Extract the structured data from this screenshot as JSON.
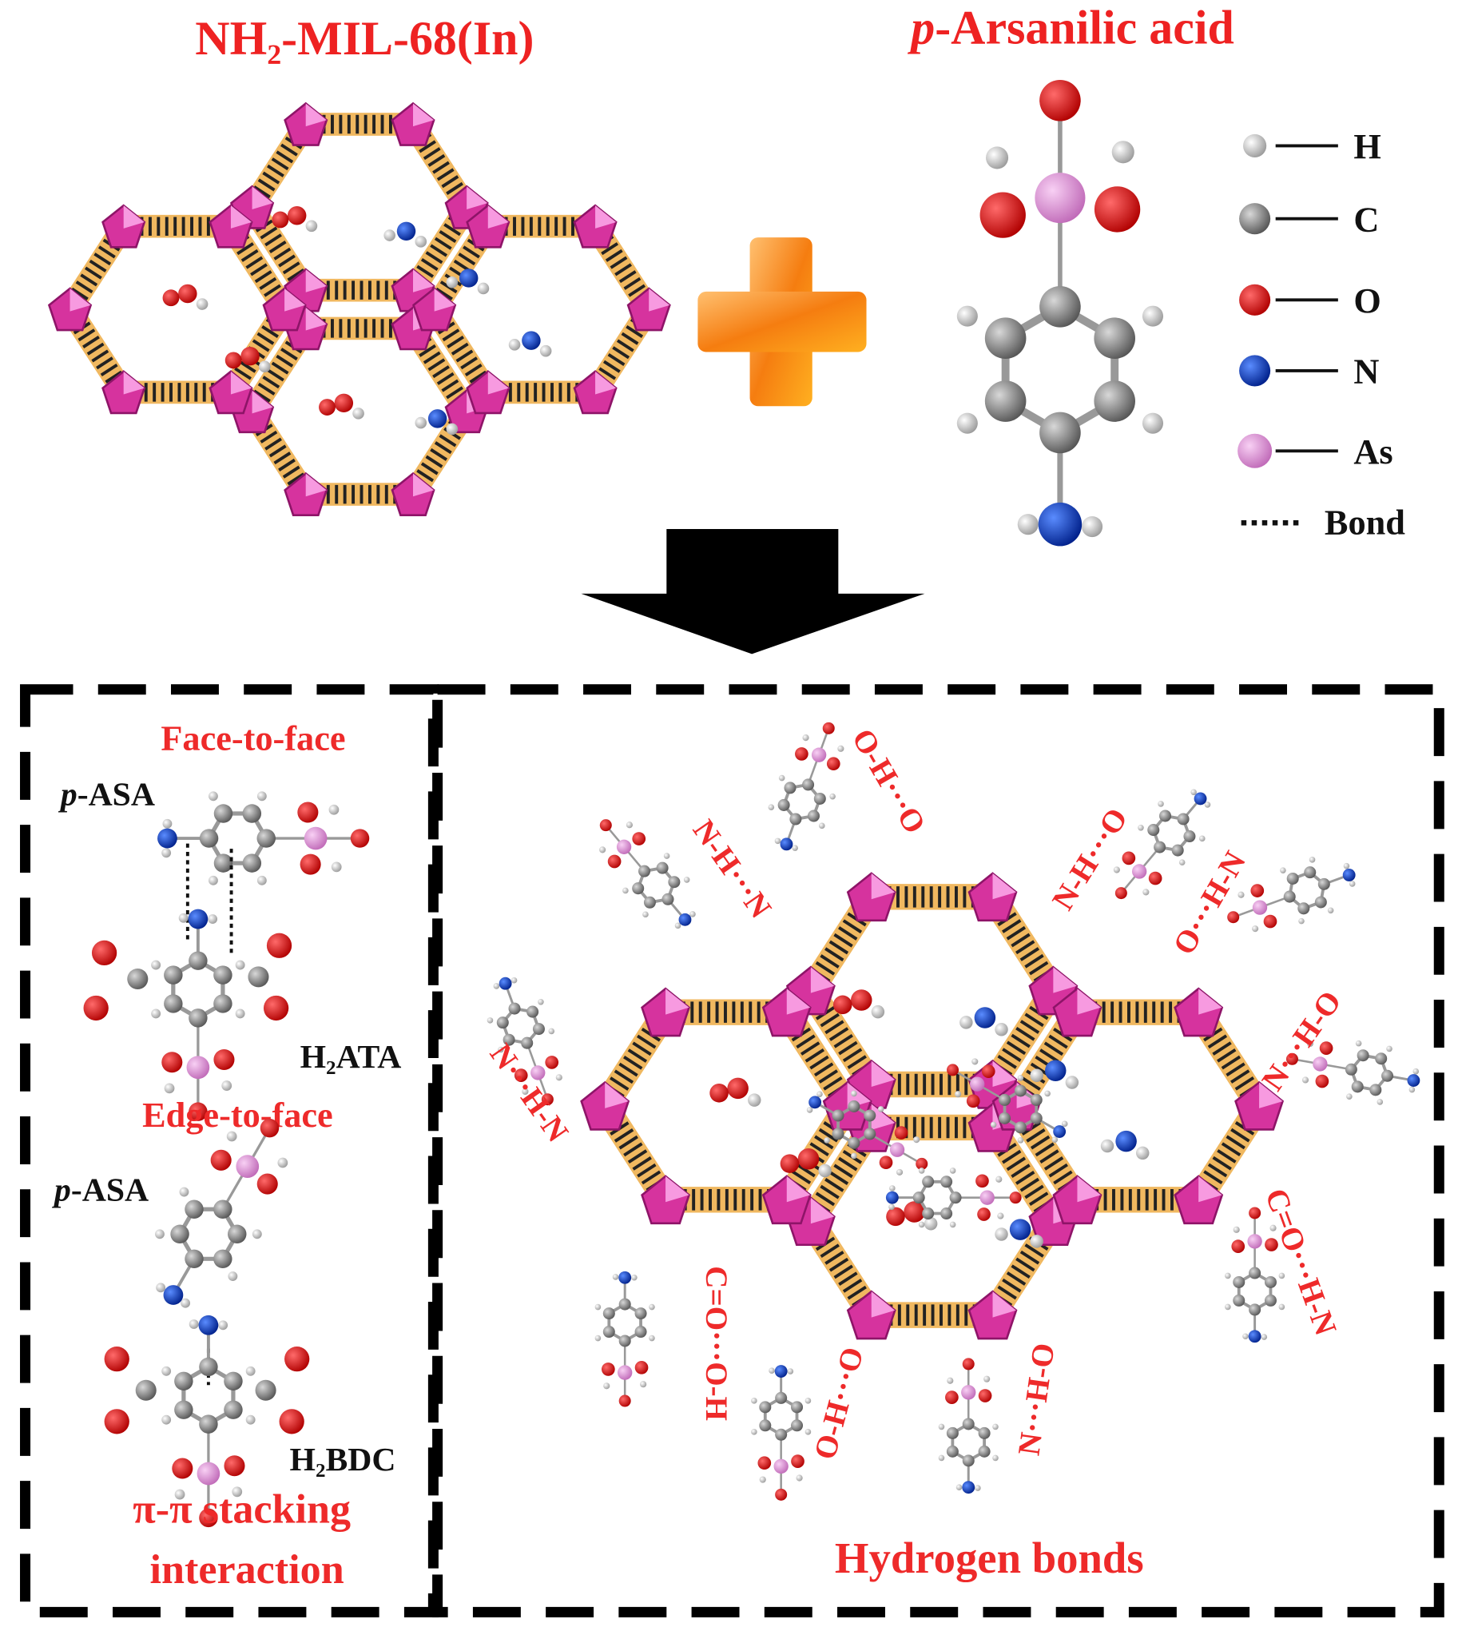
{
  "titles": {
    "mof": "NH₂-MIL-68(In)",
    "acid_prefix": "p",
    "acid": "-Arsanilic acid"
  },
  "legend": [
    {
      "symbol": "H",
      "color": "#e8e8e8"
    },
    {
      "symbol": "C",
      "color": "#8a8a8a"
    },
    {
      "symbol": "O",
      "color": "#e00000"
    },
    {
      "symbol": "N",
      "color": "#0a3fd0"
    },
    {
      "symbol": "As",
      "color": "#e08ad8"
    }
  ],
  "legend_bond": "Bond",
  "left_panel": {
    "face_to_face": "Face-to-face",
    "pasa_prefix": "p",
    "pasa": "-ASA",
    "h2ata": "H₂ATA",
    "edge_to_face": "Edge-to-face",
    "h2bdc": "H₂BDC",
    "stacking_line1": "π-π stacking",
    "stacking_line2": "interaction"
  },
  "right_panel": {
    "title": "Hydrogen bonds",
    "bond_labels": [
      "O-H···O",
      "N-H···N",
      "N-H···O",
      "O···H-N",
      "N···H-O",
      "N···H-N",
      "C=O···H-N",
      "C=O···O-H",
      "O-H···O",
      "N···H-O"
    ]
  },
  "colors": {
    "accent_red": "#ee2a2a",
    "polyhedron": "#d6339e",
    "plus": "#f59a1c"
  }
}
